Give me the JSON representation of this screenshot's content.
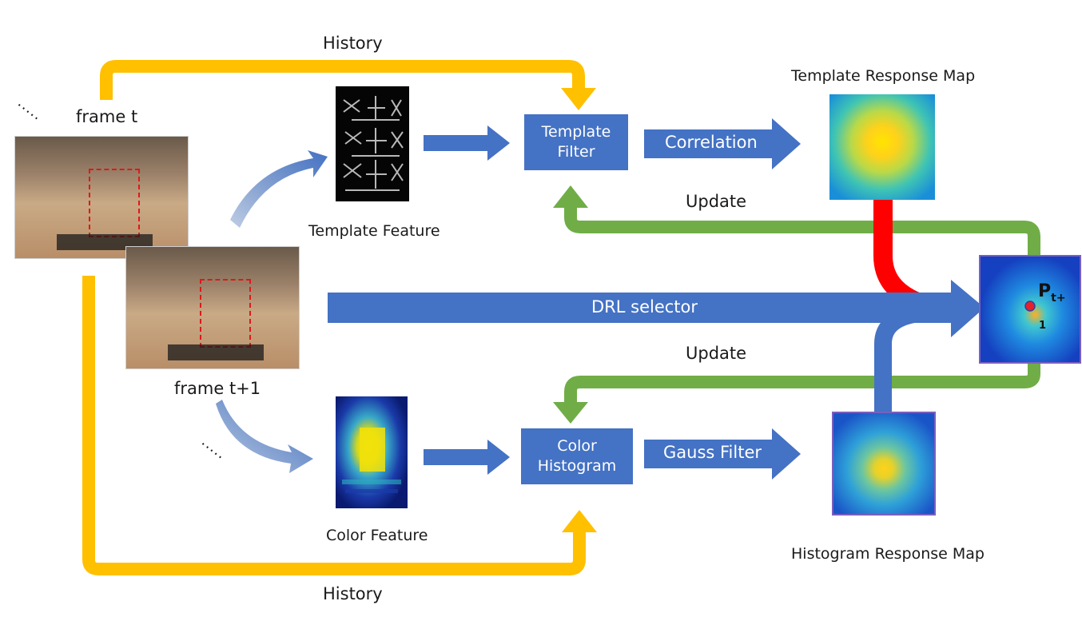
{
  "labels": {
    "history_top": "History",
    "history_bottom": "History",
    "frame_t": "frame t",
    "frame_t1": "frame t+1",
    "template_feature": "Template Feature",
    "color_feature": "Color Feature",
    "template_response_map": "Template Response Map",
    "histogram_response_map": "Histogram Response Map",
    "update_top": "Update",
    "update_bottom": "Update",
    "dots_top": "·····",
    "dots_bottom": "·····"
  },
  "boxes": {
    "template_filter": "Template Filter",
    "color_histogram": "Color Histogram"
  },
  "arrows": {
    "correlation": "Correlation",
    "gauss_filter": "Gauss Filter",
    "drl_selector": "DRL selector"
  },
  "point_label": {
    "main": "P",
    "sub": "t+",
    "line2": "1"
  },
  "colors": {
    "history_path": "#ffc000",
    "update_path": "#70ad47",
    "process_blue": "#4472c4",
    "template_branch": "#ff0000"
  }
}
